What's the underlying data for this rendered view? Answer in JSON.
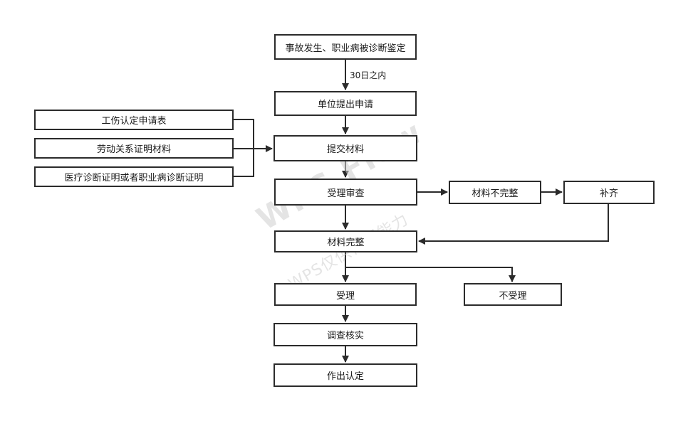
{
  "nodes": {
    "accident": "事故发生、职业病被诊断鉴定",
    "apply": "单位提出申请",
    "submit": "提交材料",
    "review": "受理审查",
    "incomplete": "材料不完整",
    "supplement": "补齐",
    "complete": "材料完整",
    "accept": "受理",
    "reject": "不受理",
    "investigate": "调查核实",
    "decide": "作出认定",
    "doc_form": "工伤认定申请表",
    "doc_labor": "劳动关系证明材料",
    "doc_medical": "医疗诊断证明或者职业病诊断证明"
  },
  "edge_labels": {
    "within_days": "30日之内"
  },
  "watermark": {
    "line1": "WPS Flow",
    "line2": "WPS仅供作图能力"
  },
  "colors": {
    "stroke": "#2b2b2b",
    "text": "#1a1a1a",
    "watermark": "#cfcfcf"
  }
}
